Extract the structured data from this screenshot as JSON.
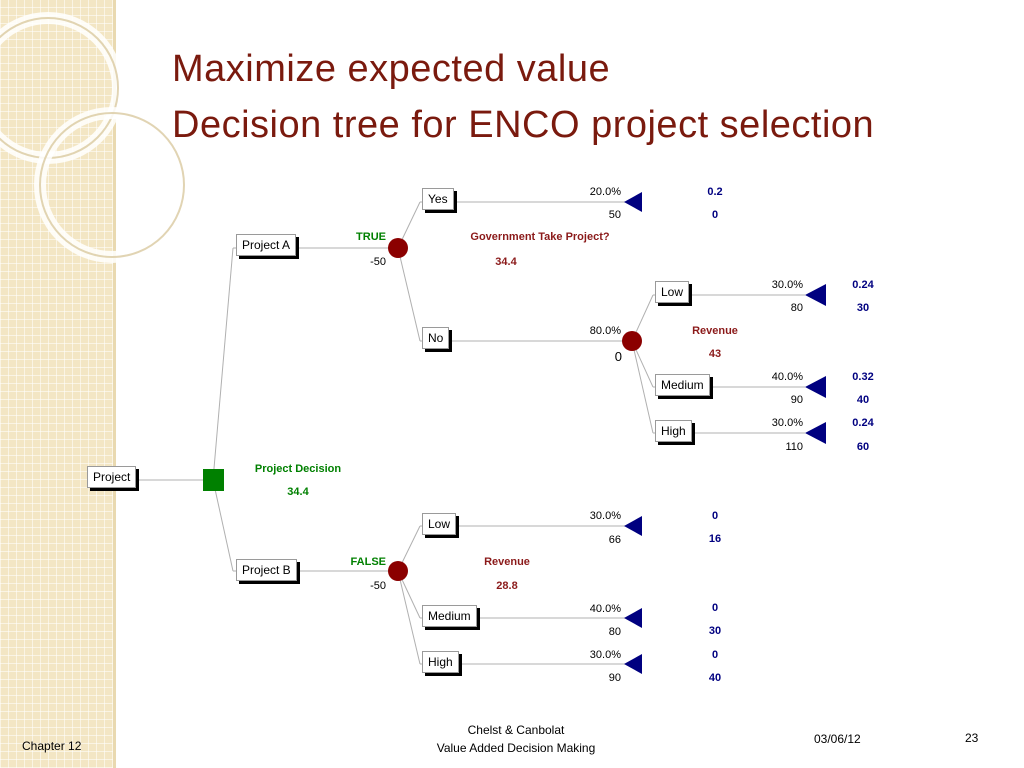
{
  "title": {
    "line1": "Maximize expected value",
    "line2": "Decision tree for ENCO project selection"
  },
  "tree": {
    "root": {
      "label": "Project"
    },
    "decision": {
      "name": "Project Decision",
      "value": "34.4"
    },
    "projectA": {
      "label": "Project A",
      "flag": "TRUE",
      "cost": "-50",
      "chance": {
        "name": "Government Take Project?",
        "value": "34.4"
      },
      "yes": {
        "label": "Yes",
        "prob": "20.0%",
        "payoff": "50",
        "end_prob": "0.2",
        "end_value": "0"
      },
      "no": {
        "label": "No",
        "prob": "80.0%",
        "value": "0",
        "chance": {
          "name": "Revenue",
          "value": "43"
        },
        "low": {
          "label": "Low",
          "prob": "30.0%",
          "payoff": "80",
          "end_prob": "0.24",
          "end_value": "30"
        },
        "medium": {
          "label": "Medium",
          "prob": "40.0%",
          "payoff": "90",
          "end_prob": "0.32",
          "end_value": "40"
        },
        "high": {
          "label": "High",
          "prob": "30.0%",
          "payoff": "110",
          "end_prob": "0.24",
          "end_value": "60"
        }
      }
    },
    "projectB": {
      "label": "Project B",
      "flag": "FALSE",
      "cost": "-50",
      "chance": {
        "name": "Revenue",
        "value": "28.8"
      },
      "low": {
        "label": "Low",
        "prob": "30.0%",
        "payoff": "66",
        "end_prob": "0",
        "end_value": "16"
      },
      "medium": {
        "label": "Medium",
        "prob": "40.0%",
        "payoff": "80",
        "end_prob": "0",
        "end_value": "30"
      },
      "high": {
        "label": "High",
        "prob": "30.0%",
        "payoff": "90",
        "end_prob": "0",
        "end_value": "40"
      }
    }
  },
  "footer": {
    "chapter": "Chapter 12",
    "authors": "Chelst & Canbolat",
    "book": "Value Added Decision Making",
    "date": "03/06/12",
    "page": "23"
  },
  "colors": {
    "title": "#7a1a0e",
    "decision_node": "#008000",
    "chance_node": "#8b0000",
    "terminal": "#000080"
  }
}
